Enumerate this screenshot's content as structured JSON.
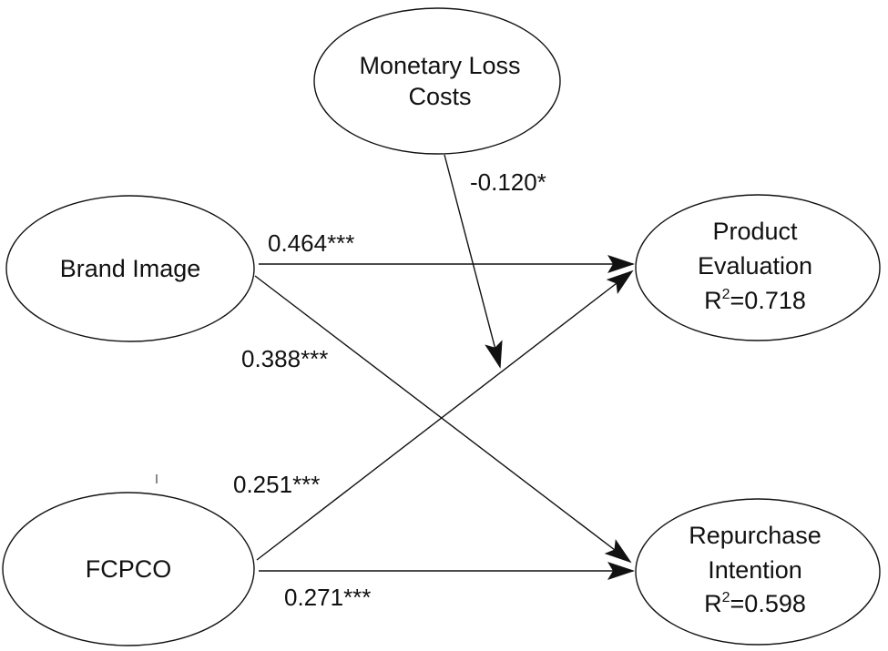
{
  "nodes": {
    "monetary_loss": {
      "line1": "Monetary Loss",
      "line2": "Costs"
    },
    "brand_image": {
      "label": "Brand Image"
    },
    "fcpco": {
      "label": "FCPCO"
    },
    "product_evaluation": {
      "line1": "Product",
      "line2": "Evaluation",
      "r2_prefix": "R",
      "r2_sup": "2",
      "r2_value": "=0.718"
    },
    "repurchase_intention": {
      "line1": "Repurchase",
      "line2": "Intention",
      "r2_prefix": "R",
      "r2_sup": "2",
      "r2_value": "=0.598"
    }
  },
  "paths": {
    "brand_to_product": "0.464***",
    "brand_to_repurchase": "0.388***",
    "fcpco_to_product": "0.251***",
    "fcpco_to_repurchase": "0.271***",
    "moderation": "-0.120*"
  },
  "colors": {
    "stroke": "#111111",
    "background": "#ffffff"
  }
}
